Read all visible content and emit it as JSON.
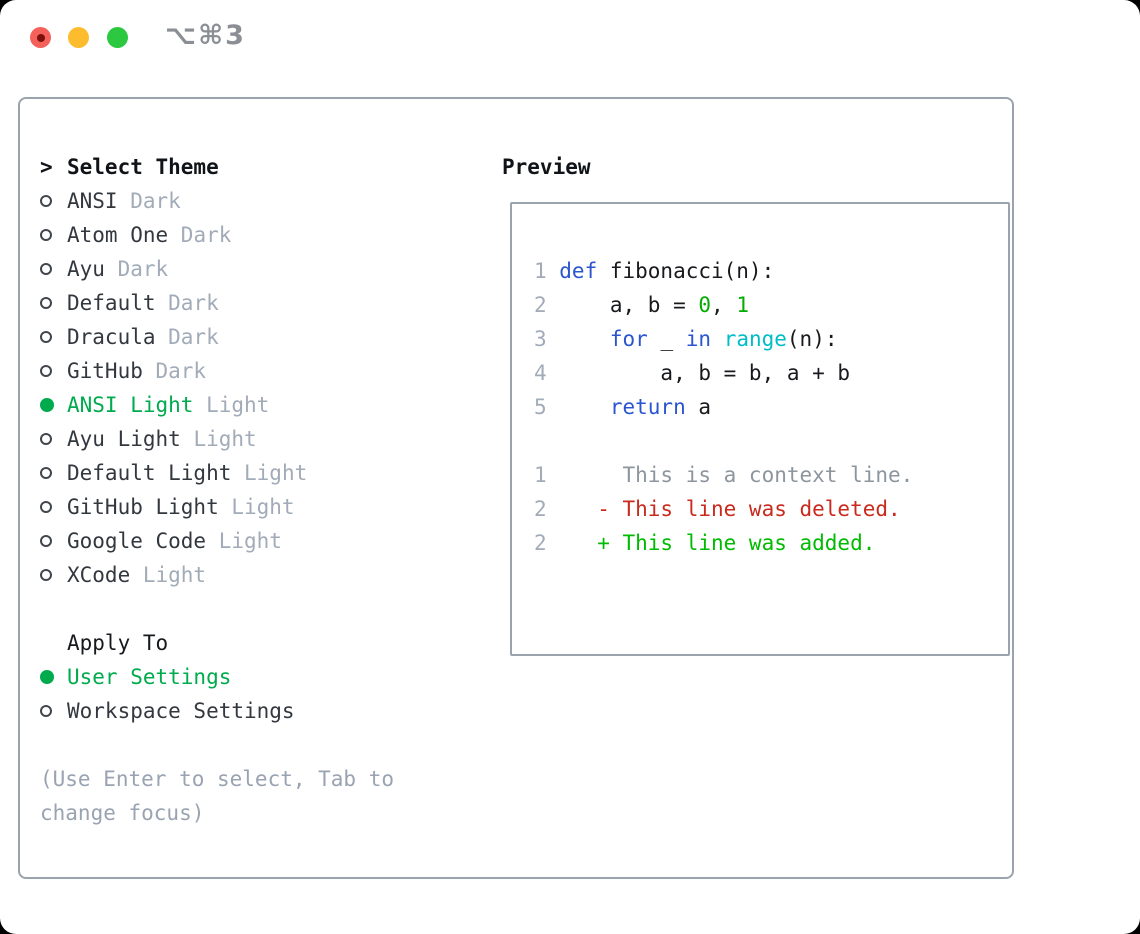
{
  "window": {
    "title": "⌥⌘3",
    "traffic_lights": [
      "close",
      "minimize",
      "zoom"
    ]
  },
  "theme_panel": {
    "header_prefix": ">",
    "header": "Select Theme",
    "items": [
      {
        "name": "ANSI",
        "tag": "Dark",
        "selected": false
      },
      {
        "name": "Atom One",
        "tag": "Dark",
        "selected": false
      },
      {
        "name": "Ayu",
        "tag": "Dark",
        "selected": false
      },
      {
        "name": "Default",
        "tag": "Dark",
        "selected": false
      },
      {
        "name": "Dracula",
        "tag": "Dark",
        "selected": false
      },
      {
        "name": "GitHub",
        "tag": "Dark",
        "selected": false
      },
      {
        "name": "ANSI Light",
        "tag": "Light",
        "selected": true
      },
      {
        "name": "Ayu Light",
        "tag": "Light",
        "selected": false
      },
      {
        "name": "Default Light",
        "tag": "Light",
        "selected": false
      },
      {
        "name": "GitHub Light",
        "tag": "Light",
        "selected": false
      },
      {
        "name": "Google Code",
        "tag": "Light",
        "selected": false
      },
      {
        "name": "XCode",
        "tag": "Light",
        "selected": false
      }
    ]
  },
  "apply_panel": {
    "header": "Apply To",
    "items": [
      {
        "name": "User Settings",
        "selected": true
      },
      {
        "name": "Workspace Settings",
        "selected": false
      }
    ]
  },
  "hint": "(Use Enter to select, Tab to change focus)",
  "preview": {
    "header": "Preview",
    "code_lines": [
      {
        "num": "1",
        "tokens": [
          {
            "t": "def",
            "c": "kw"
          },
          {
            "t": " fibonacci(n):",
            "c": "pl"
          }
        ]
      },
      {
        "num": "2",
        "tokens": [
          {
            "t": "    a, b = ",
            "c": "pl"
          },
          {
            "t": "0",
            "c": "num"
          },
          {
            "t": ", ",
            "c": "pl"
          },
          {
            "t": "1",
            "c": "num"
          }
        ]
      },
      {
        "num": "3",
        "tokens": [
          {
            "t": "    ",
            "c": "pl"
          },
          {
            "t": "for",
            "c": "kw"
          },
          {
            "t": " _ ",
            "c": "pl"
          },
          {
            "t": "in",
            "c": "kw"
          },
          {
            "t": " ",
            "c": "pl"
          },
          {
            "t": "range",
            "c": "fn"
          },
          {
            "t": "(n):",
            "c": "pl"
          }
        ]
      },
      {
        "num": "4",
        "tokens": [
          {
            "t": "        a, b = b, a + b",
            "c": "pl"
          }
        ]
      },
      {
        "num": "5",
        "tokens": [
          {
            "t": "    ",
            "c": "pl"
          },
          {
            "t": "return",
            "c": "kw"
          },
          {
            "t": " a",
            "c": "pl"
          }
        ]
      }
    ],
    "diff_lines": [
      {
        "num": "1",
        "tokens": [
          {
            "t": "     This is a context line.",
            "c": "ctx"
          }
        ]
      },
      {
        "num": "2",
        "tokens": [
          {
            "t": "   - This line was deleted.",
            "c": "del"
          }
        ]
      },
      {
        "num": "2",
        "tokens": [
          {
            "t": "   + This line was added.",
            "c": "add"
          }
        ]
      }
    ]
  },
  "colors": {
    "accent_green": "#00ab4d",
    "keyword_blue": "#2b55cf",
    "builtin_cyan": "#00bdc7",
    "number_green": "#00ad00",
    "diff_added_green": "#00bb00",
    "diff_deleted_red": "#c92a1d",
    "muted_gray": "#a2abb8",
    "hint_gray": "#99a3b1",
    "border_gray": "#9aa3ae",
    "traffic_red": "#f4605a",
    "traffic_yellow": "#fdbc2e",
    "traffic_green": "#2bc840"
  }
}
